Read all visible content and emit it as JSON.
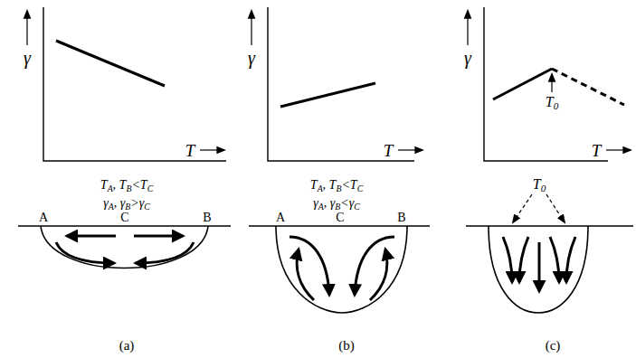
{
  "diagram": {
    "labels": [
      "γ",
      "T",
      "γ",
      "T",
      "γ",
      "T",
      "T0",
      "TA, TB<TC",
      "γA, γB>γC",
      "A",
      "C",
      "B",
      "TA, TB<TC",
      "γA, γB<γC",
      "A",
      "C",
      "B",
      "T0",
      "(a)",
      "(b)",
      "(c)"
    ]
  }
}
